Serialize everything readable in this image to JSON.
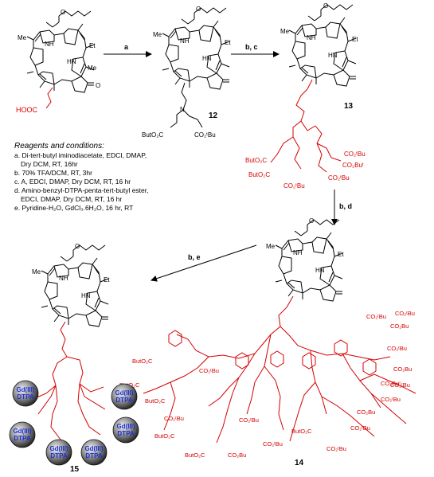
{
  "arrows": {
    "a": "a",
    "bc": "b, c",
    "bd": "b, d",
    "be": "b, e"
  },
  "compounds": {
    "c12": "12",
    "c13": "13",
    "c14": "14",
    "c15": "15"
  },
  "atoms": {
    "me": "Me",
    "et": "Et",
    "o": "O",
    "nh": "NH",
    "hn": "HN",
    "n": "N",
    "h": "H",
    "hooc": "HOOC",
    "co2tbu": "CO₂ᵗBu",
    "co2tbu_left": "ButO₂C",
    "co2tbu2": "CO₂Bu",
    "co2but": "CO₂Buᵗ"
  },
  "gd_bead": {
    "line1": "Gd(III)",
    "line2": "DTPA"
  },
  "conditions": {
    "title": "Reagents and conditions:",
    "lines": [
      "a. Di-tert-butyl iminodiacetate, EDCI, DMAP,",
      "Dry DCM, RT, 16hr",
      "b. 70% TFA/DCM, RT, 3hr",
      "c. A, EDCI, DMAP, Dry DCM, RT, 16 hr",
      "d. Amino-benzyl-DTPA-penta-tert-butyl ester,",
      "EDCI, DMAP, Dry DCM, RT, 16 hr",
      "e. Pyridine-H₂O, GdCl₃.6H₂O, 16 hr, RT"
    ]
  },
  "colors": {
    "core": "#000000",
    "linker": "#d40000",
    "gd_text": "#1a2fd6",
    "bead_dark": "#222222"
  }
}
